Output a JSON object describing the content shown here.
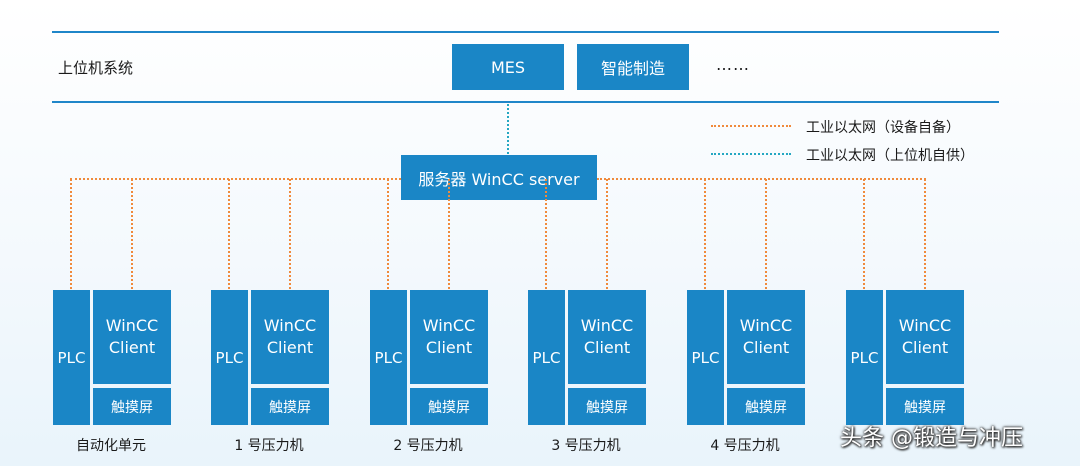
{
  "top_layer_label": "上位机系统",
  "top_boxes": {
    "mes": "MES",
    "smart": "智能制造"
  },
  "ellipsis": "……",
  "legend": [
    {
      "label": "工业以太网（设备自备）",
      "color": "#f08a3c"
    },
    {
      "label": "工业以太网（上位机自供）",
      "color": "#25a7c2"
    }
  ],
  "server_label": "服务器 WinCC server",
  "units": [
    {
      "plc": "PLC",
      "client": [
        "WinCC",
        "Client"
      ],
      "hmi": "触摸屏",
      "label": "自动化单元"
    },
    {
      "plc": "PLC",
      "client": [
        "WinCC",
        "Client"
      ],
      "hmi": "触摸屏",
      "label": "1 号压力机"
    },
    {
      "plc": "PLC",
      "client": [
        "WinCC",
        "Client"
      ],
      "hmi": "触摸屏",
      "label": "2 号压力机"
    },
    {
      "plc": "PLC",
      "client": [
        "WinCC",
        "Client"
      ],
      "hmi": "触摸屏",
      "label": "3 号压力机"
    },
    {
      "plc": "PLC",
      "client": [
        "WinCC",
        "Client"
      ],
      "hmi": "触摸屏",
      "label": "4 号压力机"
    },
    {
      "plc": "PLC",
      "client": [
        "WinCC",
        "Client"
      ],
      "hmi": "触摸屏",
      "label": ""
    }
  ],
  "watermark": "头条 @锻造与冲压",
  "colors": {
    "box": "#1a86c6",
    "rule": "#1f86c9",
    "orange_link": "#f08a3c",
    "cyan_link": "#25a7c2"
  }
}
